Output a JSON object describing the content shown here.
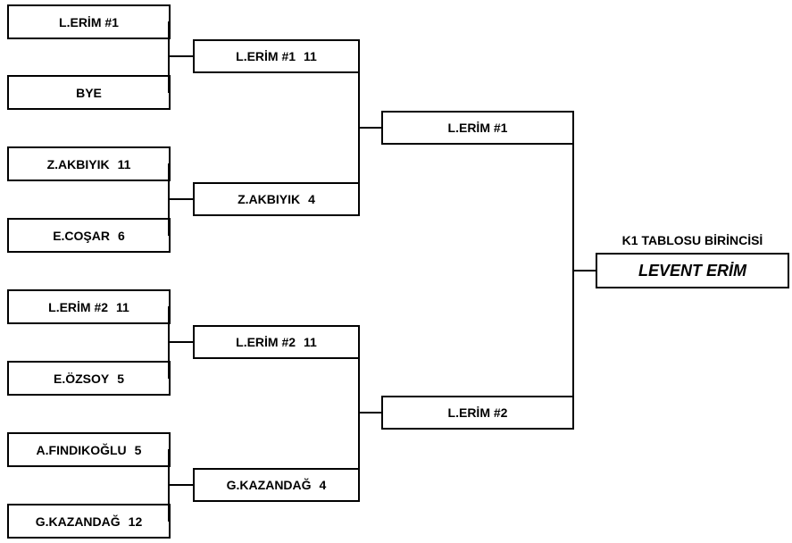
{
  "colors": {
    "line": "#000000",
    "background": "#ffffff",
    "text": "#000000"
  },
  "bracket": {
    "round1": [
      {
        "name": "L.ERİM #1",
        "score": ""
      },
      {
        "name": "BYE",
        "score": ""
      },
      {
        "name": "Z.AKBIYIK",
        "score": "11"
      },
      {
        "name": "E.COŞAR",
        "score": "6"
      },
      {
        "name": "L.ERİM #2",
        "score": "11"
      },
      {
        "name": "E.ÖZSOY",
        "score": "5"
      },
      {
        "name": "A.FINDIKOĞLU",
        "score": "5"
      },
      {
        "name": "G.KAZANDAĞ",
        "score": "12"
      }
    ],
    "round2": [
      {
        "name": "L.ERİM #1",
        "score": "11"
      },
      {
        "name": "Z.AKBIYIK",
        "score": "4"
      },
      {
        "name": "L.ERİM #2",
        "score": "11"
      },
      {
        "name": "G.KAZANDAĞ",
        "score": "4"
      }
    ],
    "round3": [
      {
        "name": "L.ERİM #1",
        "score": ""
      },
      {
        "name": "L.ERİM #2",
        "score": ""
      }
    ],
    "final": {
      "label": "K1 TABLOSU BİRİNCİSİ",
      "champion": "LEVENT ERİM"
    }
  }
}
